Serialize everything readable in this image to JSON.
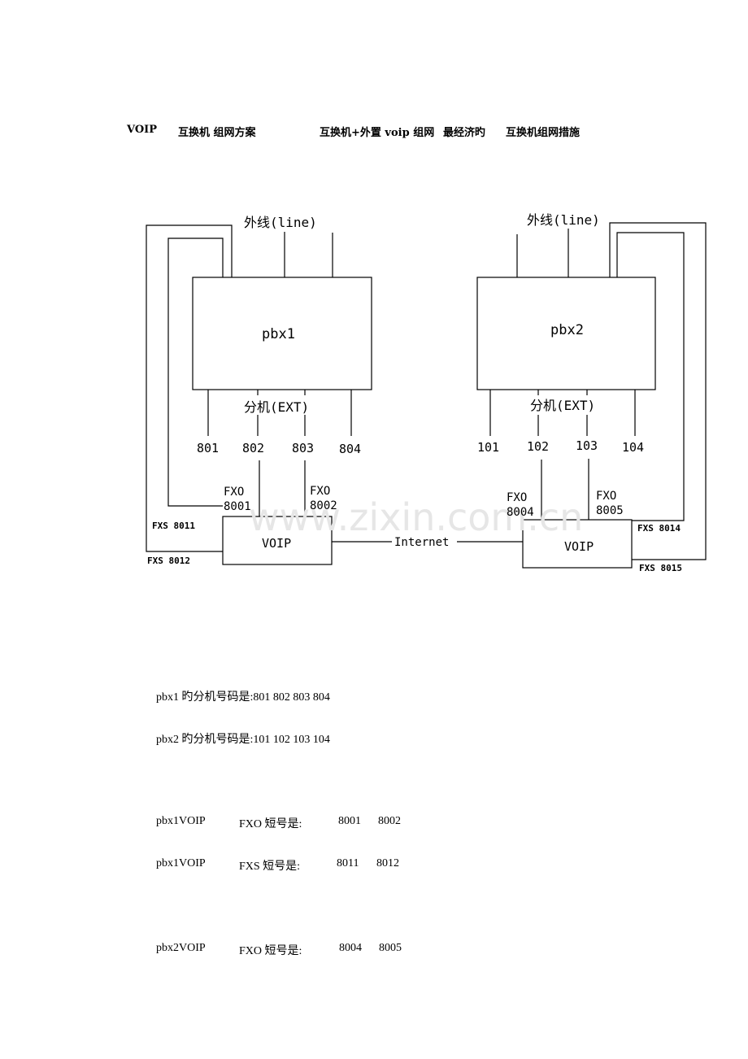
{
  "heading": {
    "part1": "VOIP",
    "part2": "互换机 组网方案",
    "part3": "互换机+外置 voip 组网",
    "part4": "最经济旳",
    "part5": "互换机组网措施"
  },
  "diagram": {
    "line_label": "外线(line)",
    "ext_label": "分机(EXT)",
    "pbx1": {
      "name": "pbx1",
      "extensions": [
        "801",
        "802",
        "803",
        "804"
      ],
      "fxo_label": "FXO",
      "fxo_numbers": [
        "8001",
        "8002"
      ],
      "fxs": [
        "FXS 8011",
        "FXS 8012"
      ],
      "voip_label": "VOIP"
    },
    "pbx2": {
      "name": "pbx2",
      "extensions": [
        "101",
        "102",
        "103",
        "104"
      ],
      "fxo_label": "FXO",
      "fxo_numbers": [
        "8004",
        "8005"
      ],
      "fxs": [
        "FXS 8014",
        "FXS 8015"
      ],
      "voip_label": "VOIP"
    },
    "internet_label": "Internet",
    "watermark": "www.zixin.com.cn"
  },
  "body": {
    "p1": "pbx1 旳分机号码是:801 802 803 804",
    "p2": "pbx2 旳分机号码是:101 102 103 104",
    "rows": [
      {
        "device": "pbx1VOIP",
        "label": "FXO 短号是:",
        "n1": "8001",
        "n2": "8002"
      },
      {
        "device": "pbx1VOIP",
        "label": "FXS 短号是:",
        "n1": "8011",
        "n2": "8012"
      },
      {
        "device": "pbx2VOIP",
        "label": "FXO 短号是:",
        "n1": "8004",
        "n2": "8005"
      }
    ]
  }
}
